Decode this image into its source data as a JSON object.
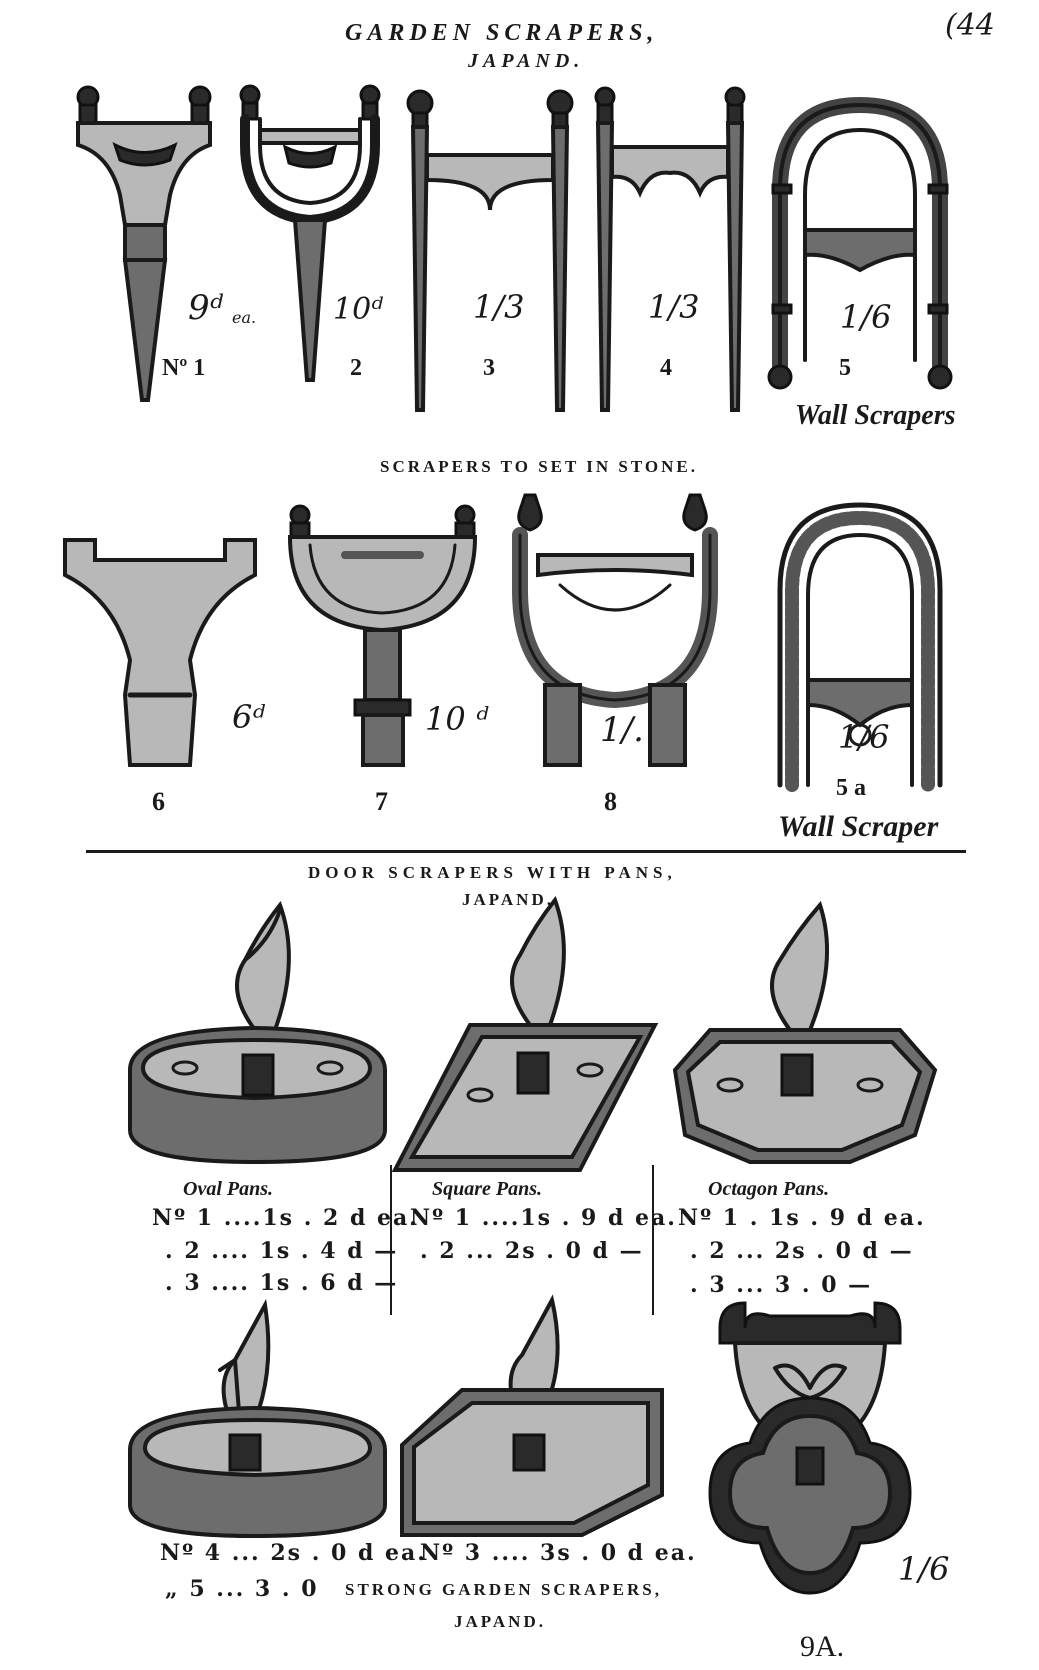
{
  "page_number": "44",
  "section1": {
    "title": "GARDEN SCRAPERS,",
    "subtitle": "JAPAND.",
    "items": [
      {
        "no": "Nº 1",
        "price": "9ᵈ",
        "price_note": "ea."
      },
      {
        "no": "2",
        "price": "10ᵈ"
      },
      {
        "no": "3",
        "price": "1/3"
      },
      {
        "no": "4",
        "price": "1/3"
      },
      {
        "no": "5",
        "price": "1/6",
        "caption": "Wall Scrapers"
      }
    ]
  },
  "section2": {
    "title": "SCRAPERS TO SET IN STONE.",
    "items": [
      {
        "no": "6",
        "price": "6ᵈ"
      },
      {
        "no": "7",
        "price": "10 ᵈ"
      },
      {
        "no": "8",
        "price": "1/."
      },
      {
        "no": "5 a",
        "price": "1/6",
        "caption": "Wall Scraper"
      }
    ]
  },
  "section3": {
    "title": "DOOR SCRAPERS WITH PANS,",
    "subtitle": "JAPAND.",
    "groups": [
      {
        "heading": "Oval Pans.",
        "rows": [
          "Nº 1 ....1s . 2 d  ea.",
          ". 2 .... 1s . 4 d  —",
          ". 3 .... 1s . 6 d  —"
        ]
      },
      {
        "heading": "Square Pans.",
        "rows": [
          "Nº 1 ....1s . 9 d   ea.",
          ". 2 ... 2s . 0 d   —"
        ]
      },
      {
        "heading": "Octagon Pans.",
        "rows": [
          "Nº 1 . 1s . 9 d  ea.",
          ". 2 ... 2s . 0 d  —",
          ". 3 ... 3 . 0  —"
        ]
      }
    ]
  },
  "section4": {
    "row1": "Nº 4 ... 2s . 0 d ea.",
    "row2": "Nº 3 .... 3s . 0 d ea.",
    "row3": "„ 5 ... 3 . 0",
    "title": "STRONG GARDEN SCRAPERS,",
    "subtitle": "JAPAND.",
    "item": {
      "price": "1/6",
      "no": "9A."
    }
  }
}
